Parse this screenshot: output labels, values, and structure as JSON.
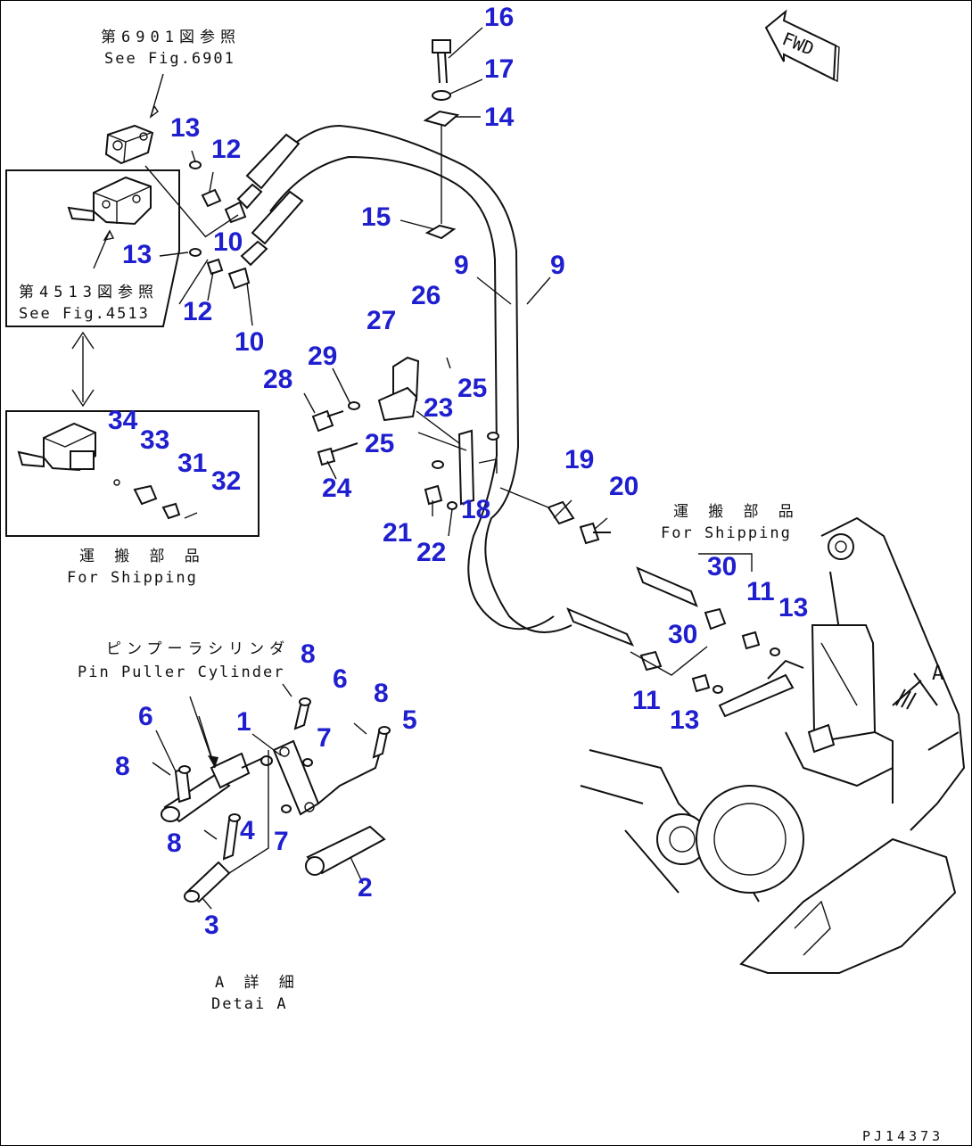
{
  "notes": {
    "ref_6901_jp": "第6901図参照",
    "ref_6901_en": "See Fig.6901",
    "ref_4513_jp": "第4513図参照",
    "ref_4513_en": "See Fig.4513",
    "shipping_left_jp": "運 搬 部 品",
    "shipping_left_en": "For Shipping",
    "shipping_right_jp": "運 搬 部 品",
    "shipping_right_en": "For Shipping",
    "pin_puller_jp": "ピンプーラシリンダ",
    "pin_puller_en": "Pin Puller Cylinder",
    "detail_jp": "A 詳 細",
    "detail_en": "Detai A",
    "view_marker": "A"
  },
  "fwd_label": "FWD",
  "drawing_id": "PJ14373",
  "callouts": [
    {
      "id": "c16",
      "text": "16"
    },
    {
      "id": "c17",
      "text": "17"
    },
    {
      "id": "c14",
      "text": "14"
    },
    {
      "id": "c15",
      "text": "15"
    },
    {
      "id": "c13a",
      "text": "13"
    },
    {
      "id": "c12a",
      "text": "12"
    },
    {
      "id": "c10a",
      "text": "10"
    },
    {
      "id": "c13b",
      "text": "13"
    },
    {
      "id": "c12b",
      "text": "12"
    },
    {
      "id": "c10b",
      "text": "10"
    },
    {
      "id": "c9a",
      "text": "9"
    },
    {
      "id": "c9b",
      "text": "9"
    },
    {
      "id": "c26",
      "text": "26"
    },
    {
      "id": "c27",
      "text": "27"
    },
    {
      "id": "c29",
      "text": "29"
    },
    {
      "id": "c28",
      "text": "28"
    },
    {
      "id": "c25a",
      "text": "25"
    },
    {
      "id": "c23",
      "text": "23"
    },
    {
      "id": "c25b",
      "text": "25"
    },
    {
      "id": "c24",
      "text": "24"
    },
    {
      "id": "c21",
      "text": "21"
    },
    {
      "id": "c22",
      "text": "22"
    },
    {
      "id": "c18",
      "text": "18"
    },
    {
      "id": "c19",
      "text": "19"
    },
    {
      "id": "c20",
      "text": "20"
    },
    {
      "id": "c34",
      "text": "34"
    },
    {
      "id": "c33",
      "text": "33"
    },
    {
      "id": "c31",
      "text": "31"
    },
    {
      "id": "c32",
      "text": "32"
    },
    {
      "id": "c30a",
      "text": "30"
    },
    {
      "id": "c11a",
      "text": "11"
    },
    {
      "id": "c13c",
      "text": "13"
    },
    {
      "id": "c30b",
      "text": "30"
    },
    {
      "id": "c11b",
      "text": "11"
    },
    {
      "id": "c13d",
      "text": "13"
    },
    {
      "id": "c8a",
      "text": "8"
    },
    {
      "id": "c6a",
      "text": "6"
    },
    {
      "id": "c8b",
      "text": "8"
    },
    {
      "id": "c5",
      "text": "5"
    },
    {
      "id": "c6b",
      "text": "6"
    },
    {
      "id": "c1",
      "text": "1"
    },
    {
      "id": "c7a",
      "text": "7"
    },
    {
      "id": "c8c",
      "text": "8"
    },
    {
      "id": "c8d",
      "text": "8"
    },
    {
      "id": "c4",
      "text": "4"
    },
    {
      "id": "c7b",
      "text": "7"
    },
    {
      "id": "c2",
      "text": "2"
    },
    {
      "id": "c3",
      "text": "3"
    }
  ],
  "colors": {
    "callout": "#1f1fcf",
    "line": "#111111"
  }
}
